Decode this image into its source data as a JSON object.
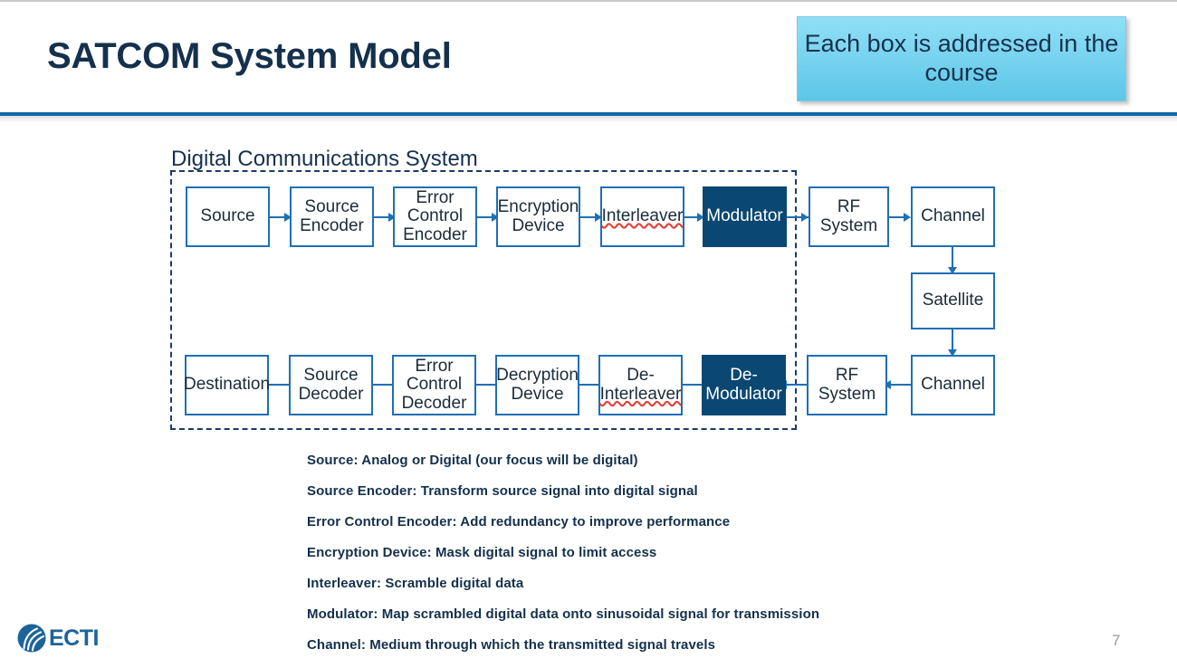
{
  "header": {
    "title": "SATCOM System Model",
    "callout": "Each box is addressed in the course",
    "accent_color": "#0f67a8"
  },
  "diagram": {
    "caption": "Digital Communications System",
    "box_border_color": "#1f6fb5",
    "highlight_color": "#0b4773",
    "boundary_color": "#1b3a6b",
    "transmit_chain": [
      {
        "label": "Source",
        "highlight": false,
        "spellcheck_flag": false
      },
      {
        "label": "Source Encoder",
        "highlight": false,
        "spellcheck_flag": false
      },
      {
        "label": "Error Control Encoder",
        "highlight": false,
        "spellcheck_flag": false
      },
      {
        "label": "Encryption Device",
        "highlight": false,
        "spellcheck_flag": false
      },
      {
        "label": "Interleaver",
        "highlight": false,
        "spellcheck_flag": true
      },
      {
        "label": "Modulator",
        "highlight": true,
        "spellcheck_flag": false
      },
      {
        "label": "RF System",
        "highlight": false,
        "spellcheck_flag": false
      },
      {
        "label": "Channel",
        "highlight": false,
        "spellcheck_flag": false
      }
    ],
    "relay": {
      "label": "Satellite"
    },
    "receive_chain": [
      {
        "label": "Channel",
        "highlight": false,
        "spellcheck_flag": false
      },
      {
        "label": "RF System",
        "highlight": false,
        "spellcheck_flag": false
      },
      {
        "label": "De-Modulator",
        "highlight": true,
        "spellcheck_flag": false
      },
      {
        "label": "De-Interleaver",
        "highlight": false,
        "spellcheck_flag": true
      },
      {
        "label": "Decryption Device",
        "highlight": false,
        "spellcheck_flag": false
      },
      {
        "label": "Error Control Decoder",
        "highlight": false,
        "spellcheck_flag": false
      },
      {
        "label": "Source Decoder",
        "highlight": false,
        "spellcheck_flag": false
      },
      {
        "label": "Destination",
        "highlight": false,
        "spellcheck_flag": false
      }
    ],
    "labels": {
      "source": "Source",
      "source_encoder_l1": "Source",
      "source_encoder_l2": "Encoder",
      "ecc_encoder_l1": "Error",
      "ecc_encoder_l2": "Control",
      "ecc_encoder_l3": "Encoder",
      "encryption_l1": "Encryption",
      "encryption_l2": "Device",
      "interleaver": "Interleaver",
      "modulator": "Modulator",
      "rf_system_l1": "RF",
      "rf_system_l2": "System",
      "channel": "Channel",
      "satellite": "Satellite",
      "channel2": "Channel",
      "rf_system2_l1": "RF",
      "rf_system2_l2": "System",
      "demodulator_l1": "De-",
      "demodulator_l2": "Modulator",
      "deinterleaver_l1": "De-",
      "deinterleaver_l2": "Interleaver",
      "decryption_l1": "Decryption",
      "decryption_l2": "Device",
      "ecc_decoder_l1": "Error",
      "ecc_decoder_l2": "Control",
      "ecc_decoder_l3": "Decoder",
      "source_decoder_l1": "Source",
      "source_decoder_l2": "Decoder",
      "destination": "Destination"
    }
  },
  "bullets": [
    "Source: Analog or Digital (our focus will be digital)",
    "Source Encoder: Transform source signal into digital signal",
    "Error Control Encoder: Add redundancy to improve performance",
    "Encryption Device: Mask digital signal to limit access",
    "Interleaver: Scramble digital data",
    "Modulator: Map scrambled digital data onto sinusoidal signal for transmission",
    "Channel: Medium through which the transmitted signal travels"
  ],
  "footer": {
    "logo_text": "ECTI",
    "logo_color": "#1b6399",
    "page_number": "7"
  }
}
